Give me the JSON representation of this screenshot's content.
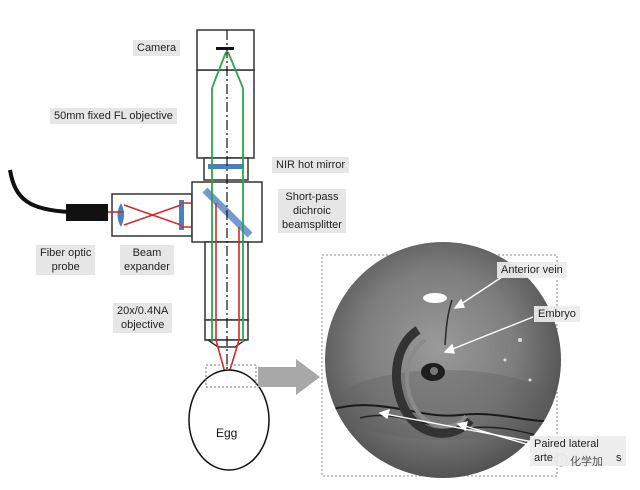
{
  "labels": {
    "camera": "Camera",
    "objective_50mm": "50mm fixed FL objective",
    "nir_hot_mirror": "NIR hot mirror",
    "dichroic": [
      "Short-pass",
      "dichroic",
      "beamsplitter"
    ],
    "fiber_probe": [
      "Fiber optic",
      "probe"
    ],
    "beam_expander": [
      "Beam",
      "expander"
    ],
    "objective_20x": [
      "20x/0.4NA",
      "objective"
    ],
    "egg": "Egg"
  },
  "annotations": {
    "anterior_vein": "Anterior vein",
    "embryo": "Embryo",
    "paired_lateral": [
      "Paired lateral",
      "arte"
    ],
    "paired_lateral_tail": "s"
  },
  "watermark": "化学加",
  "colors": {
    "laser": "#d42a2a",
    "emission": "#2aa84a",
    "optic_blue": "#4a7fc0",
    "frame": "#333333",
    "label_bg": "#e6e6e6",
    "arrow": "#a8a8a8"
  }
}
